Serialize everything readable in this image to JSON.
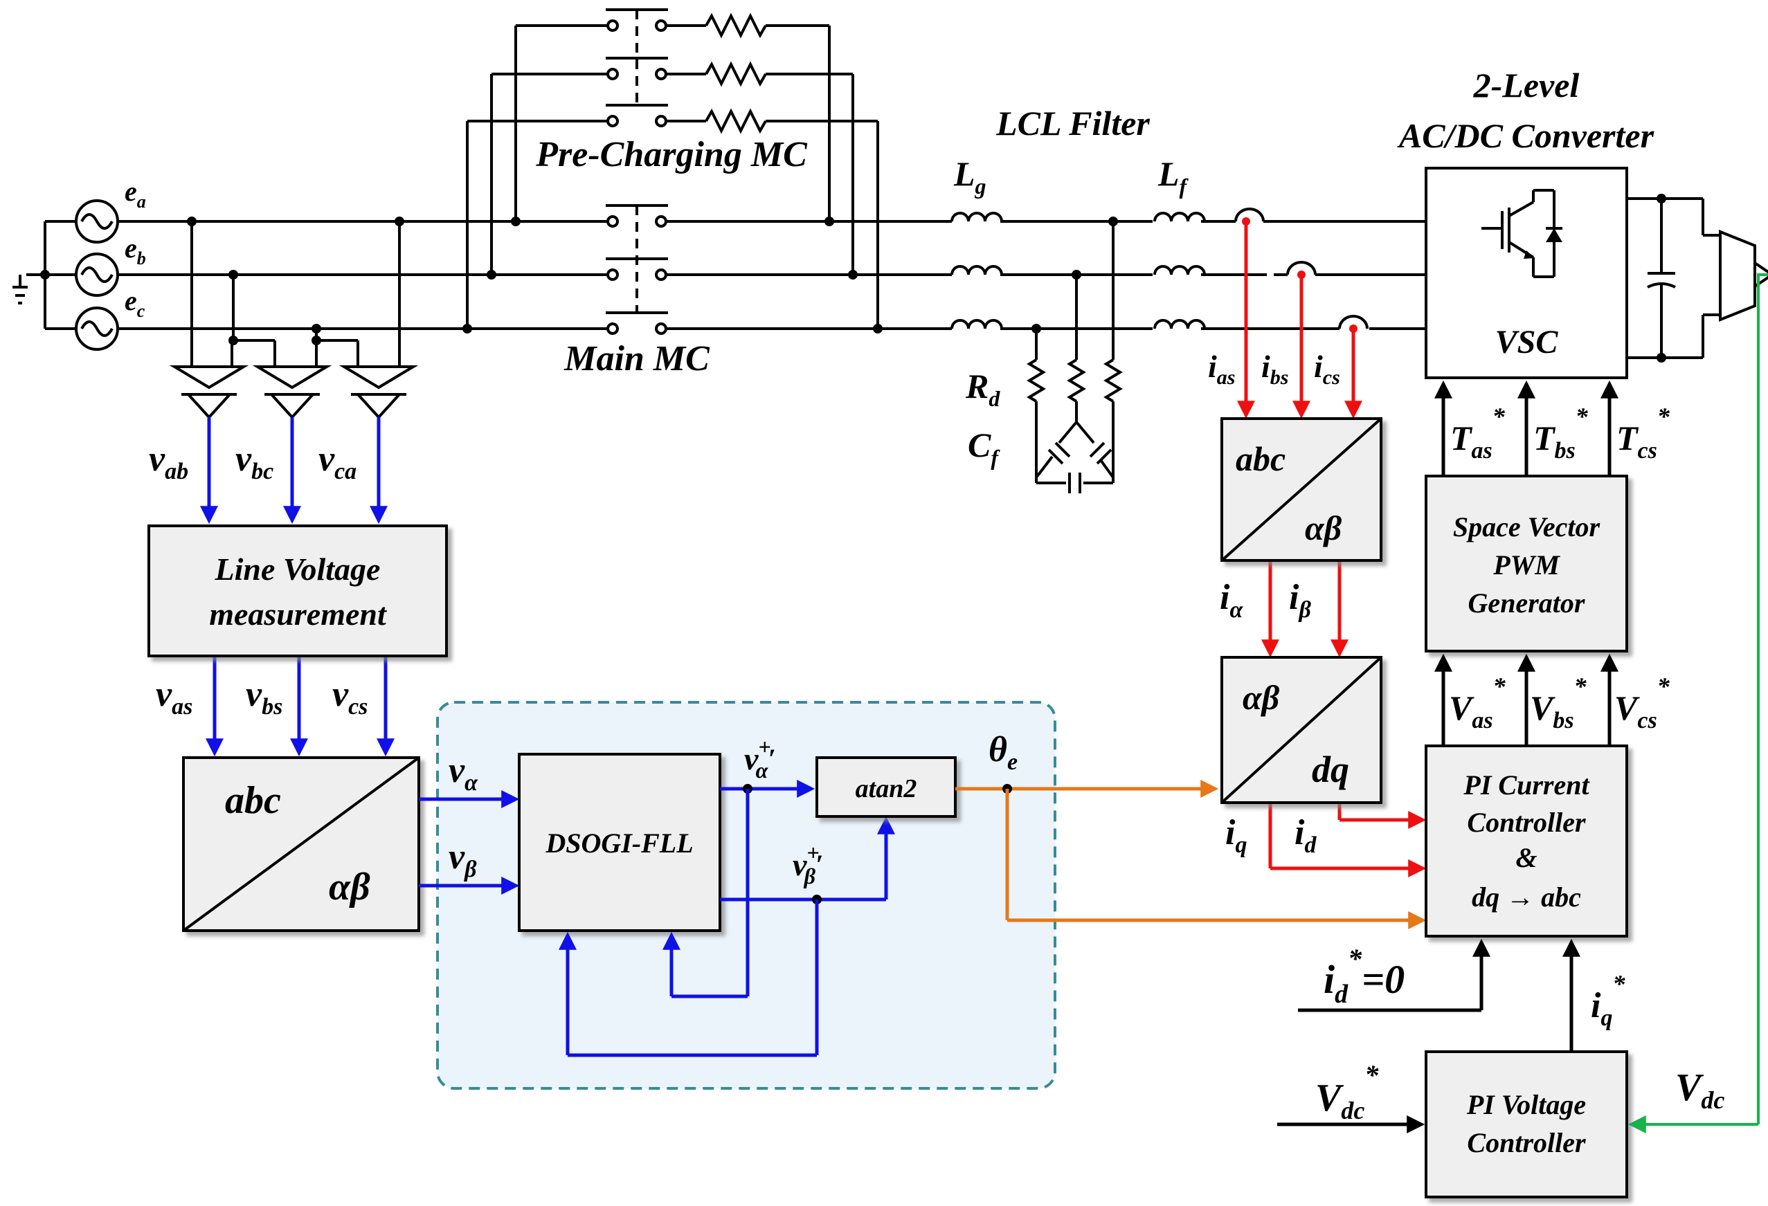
{
  "sources": {
    "ea": "e",
    "ea_sub": "a",
    "eb": "e",
    "eb_sub": "b",
    "ec": "e",
    "ec_sub": "c"
  },
  "top_labels": {
    "precharge": "Pre-Charging MC",
    "main_mc": "Main MC",
    "lcl_filter": "LCL Filter",
    "lg": "L",
    "lg_sub": "g",
    "lf": "L",
    "lf_sub": "f",
    "rd": "R",
    "rd_sub": "d",
    "cf": "C",
    "cf_sub": "f",
    "converter_line1": "2-Level",
    "converter_line2": "AC/DC Converter",
    "vsc": "VSC"
  },
  "line_voltages": {
    "vab": "v",
    "vab_sub": "ab",
    "vbc": "v",
    "vbc_sub": "bc",
    "vca": "v",
    "vca_sub": "ca"
  },
  "phase_voltages": {
    "vas": "v",
    "vas_sub": "as",
    "vbs": "v",
    "vbs_sub": "bs",
    "vcs": "v",
    "vcs_sub": "cs"
  },
  "currents": {
    "ias": "i",
    "ias_sub": "as",
    "ibs": "i",
    "ibs_sub": "bs",
    "ics": "i",
    "ics_sub": "cs",
    "ialpha": "i",
    "ialpha_sub": "α",
    "ibeta": "i",
    "ibeta_sub": "β",
    "iq": "i",
    "iq_sub": "q",
    "id": "i",
    "id_sub": "d"
  },
  "blocks": {
    "line_voltage_l1": "Line Voltage",
    "line_voltage_l2": "measurement",
    "abc": "abc",
    "alphabeta": "αβ",
    "dq": "dq",
    "dsogi": "DSOGI-FLL",
    "atan2": "atan2",
    "svpwm_l1": "Space Vector",
    "svpwm_l2": "PWM",
    "svpwm_l3": "Generator",
    "pi_current_l1": "PI Current",
    "pi_current_l2": "Controller",
    "pi_current_l3": "&",
    "pi_current_l4": "dq → abc",
    "pi_voltage_l1": "PI Voltage",
    "pi_voltage_l2": "Controller"
  },
  "signals": {
    "valpha": "v",
    "valpha_sub": "α",
    "vbeta": "v",
    "vbeta_sub": "β",
    "valpha_plus": "v",
    "valpha_plus_sup": "+",
    "valpha_plus_sub": "α",
    "valpha_plus_prime": "′",
    "vbeta_plus": "v",
    "vbeta_plus_sup": "+",
    "vbeta_plus_sub": "β",
    "vbeta_plus_prime": "′",
    "theta": "θ",
    "theta_sub": "e",
    "tas": "T",
    "tas_sub": "as",
    "tbs": "T",
    "tbs_sub": "bs",
    "tcs": "T",
    "tcs_sub": "cs",
    "vas_ref": "V",
    "vas_ref_sub": "as",
    "vbs_ref": "V",
    "vbs_ref_sub": "bs",
    "vcs_ref": "V",
    "vcs_ref_sub": "cs",
    "star": "*",
    "id_ref": "i",
    "id_ref_sub": "d",
    "id_ref_val": "=0",
    "iq_ref": "i",
    "iq_ref_sub": "q",
    "vdc_ref": "V",
    "vdc_ref_sub": "dc",
    "vdc": "V",
    "vdc_sub": "dc"
  },
  "colors": {
    "voltage_signal": "#1010e8",
    "current_signal": "#ee1010",
    "angle_signal": "#e67817",
    "dc_feedback": "#19b24a",
    "block_fill": "#efefef",
    "pll_region": "#eaf4fa",
    "pll_border": "#3a8a9a"
  }
}
